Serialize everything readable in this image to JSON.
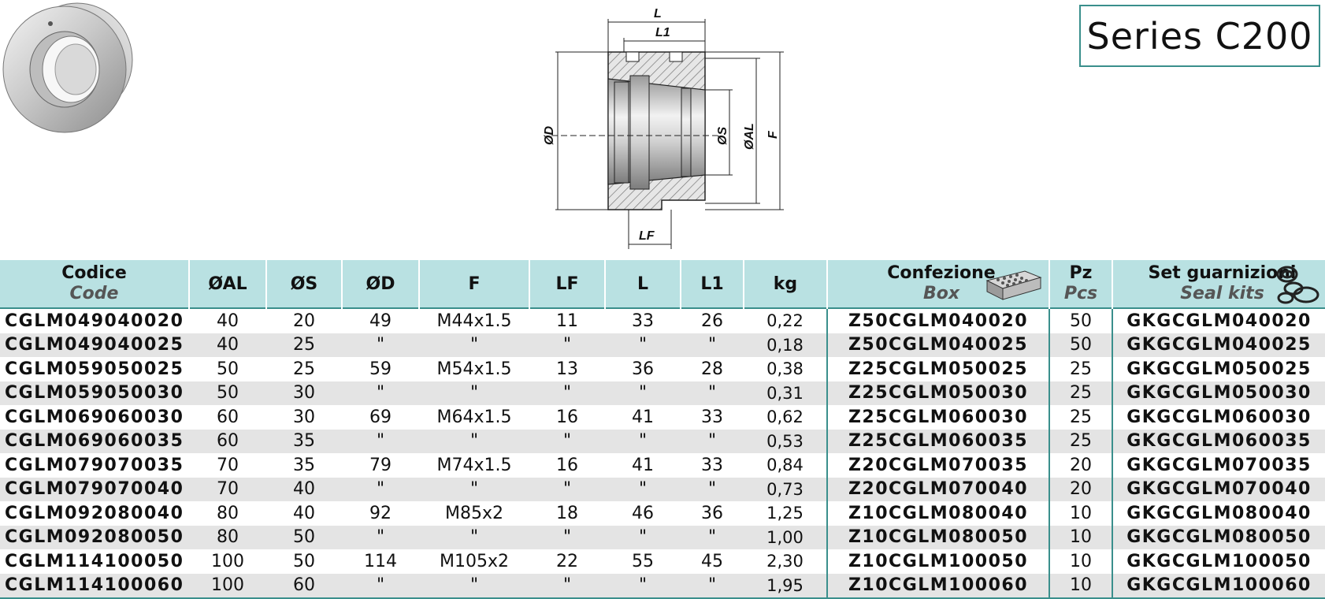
{
  "series_title": "Series C200",
  "drawing": {
    "labels": {
      "L": "L",
      "L1": "L1",
      "D": "ØD",
      "S": "ØS",
      "AL": "ØAL",
      "F": "F",
      "LF": "LF"
    }
  },
  "table": {
    "headers": {
      "code": {
        "main": "Codice",
        "sub": "Code"
      },
      "al": "ØAL",
      "s": "ØS",
      "d": "ØD",
      "f": "F",
      "lf": "LF",
      "l": "L",
      "l1": "L1",
      "kg": "kg",
      "box": {
        "main": "Confezione",
        "sub": "Box"
      },
      "pcs": {
        "main": "Pz",
        "sub": "Pcs"
      },
      "kits": {
        "main": "Set guarnizioni",
        "sub": "Seal kits"
      }
    },
    "rows": [
      {
        "code": "CGLM049040020",
        "al": "40",
        "s": "20",
        "d": "49",
        "f": "M44x1.5",
        "lf": "11",
        "l": "33",
        "l1": "26",
        "kg": "0,22",
        "box": "Z50CGLM040020",
        "pcs": "50",
        "kit": "GKGCGLM040020"
      },
      {
        "code": "CGLM049040025",
        "al": "40",
        "s": "25",
        "d": "\"",
        "f": "\"",
        "lf": "\"",
        "l": "\"",
        "l1": "\"",
        "kg": "0,18",
        "box": "Z50CGLM040025",
        "pcs": "50",
        "kit": "GKGCGLM040025"
      },
      {
        "code": "CGLM059050025",
        "al": "50",
        "s": "25",
        "d": "59",
        "f": "M54x1.5",
        "lf": "13",
        "l": "36",
        "l1": "28",
        "kg": "0,38",
        "box": "Z25CGLM050025",
        "pcs": "25",
        "kit": "GKGCGLM050025"
      },
      {
        "code": "CGLM059050030",
        "al": "50",
        "s": "30",
        "d": "\"",
        "f": "\"",
        "lf": "\"",
        "l": "\"",
        "l1": "\"",
        "kg": "0,31",
        "box": "Z25CGLM050030",
        "pcs": "25",
        "kit": "GKGCGLM050030"
      },
      {
        "code": "CGLM069060030",
        "al": "60",
        "s": "30",
        "d": "69",
        "f": "M64x1.5",
        "lf": "16",
        "l": "41",
        "l1": "33",
        "kg": "0,62",
        "box": "Z25CGLM060030",
        "pcs": "25",
        "kit": "GKGCGLM060030"
      },
      {
        "code": "CGLM069060035",
        "al": "60",
        "s": "35",
        "d": "\"",
        "f": "\"",
        "lf": "\"",
        "l": "\"",
        "l1": "\"",
        "kg": "0,53",
        "box": "Z25CGLM060035",
        "pcs": "25",
        "kit": "GKGCGLM060035"
      },
      {
        "code": "CGLM079070035",
        "al": "70",
        "s": "35",
        "d": "79",
        "f": "M74x1.5",
        "lf": "16",
        "l": "41",
        "l1": "33",
        "kg": "0,84",
        "box": "Z20CGLM070035",
        "pcs": "20",
        "kit": "GKGCGLM070035"
      },
      {
        "code": "CGLM079070040",
        "al": "70",
        "s": "40",
        "d": "\"",
        "f": "\"",
        "lf": "\"",
        "l": "\"",
        "l1": "\"",
        "kg": "0,73",
        "box": "Z20CGLM070040",
        "pcs": "20",
        "kit": "GKGCGLM070040"
      },
      {
        "code": "CGLM092080040",
        "al": "80",
        "s": "40",
        "d": "92",
        "f": "M85x2",
        "lf": "18",
        "l": "46",
        "l1": "36",
        "kg": "1,25",
        "box": "Z10CGLM080040",
        "pcs": "10",
        "kit": "GKGCGLM080040"
      },
      {
        "code": "CGLM092080050",
        "al": "80",
        "s": "50",
        "d": "\"",
        "f": "\"",
        "lf": "\"",
        "l": "\"",
        "l1": "\"",
        "kg": "1,00",
        "box": "Z10CGLM080050",
        "pcs": "10",
        "kit": "GKGCGLM080050"
      },
      {
        "code": "CGLM114100050",
        "al": "100",
        "s": "50",
        "d": "114",
        "f": "M105x2",
        "lf": "22",
        "l": "55",
        "l1": "45",
        "kg": "2,30",
        "box": "Z10CGLM100050",
        "pcs": "10",
        "kit": "GKGCGLM100050"
      },
      {
        "code": "CGLM114100060",
        "al": "100",
        "s": "60",
        "d": "\"",
        "f": "\"",
        "lf": "\"",
        "l": "\"",
        "l1": "\"",
        "kg": "1,95",
        "box": "Z10CGLM100060",
        "pcs": "10",
        "kit": "GKGCGLM100060"
      }
    ]
  },
  "colors": {
    "header_bg": "#b9e1e2",
    "accent": "#3a8f8c",
    "row_alt": "#e4e4e4"
  },
  "icons": [
    "product-photo",
    "box-icon",
    "seal-kit-icon"
  ]
}
